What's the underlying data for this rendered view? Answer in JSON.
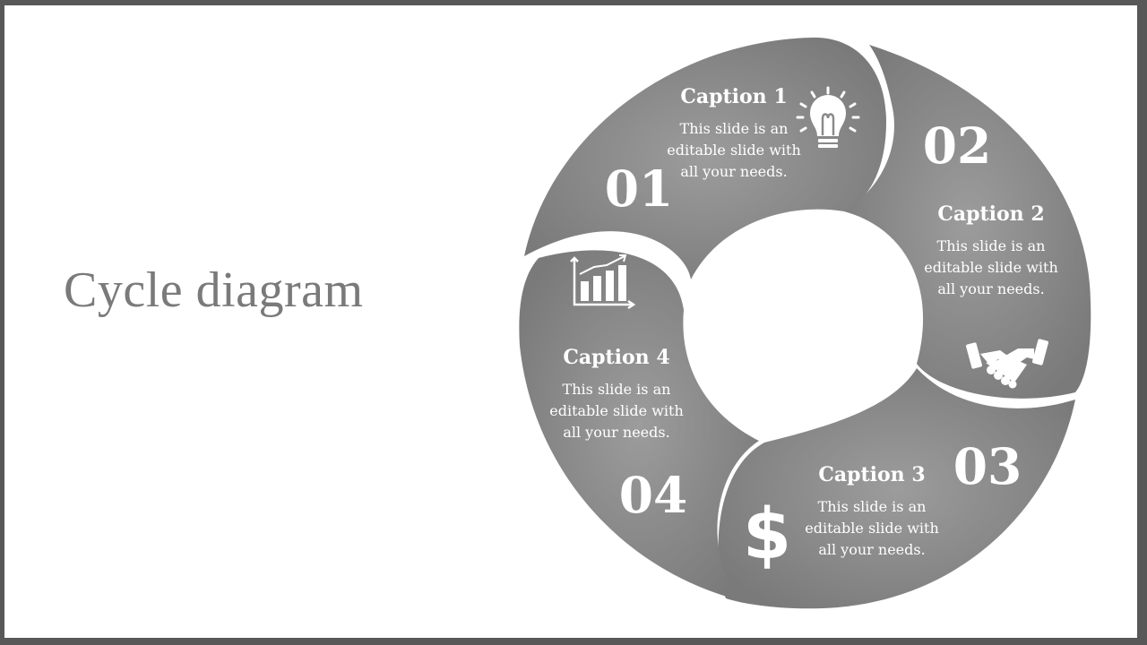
{
  "slide": {
    "title": "Cycle diagram"
  },
  "colors": {
    "segment": "#8a8a8a",
    "text": "#ffffff",
    "title": "#7a7a7a",
    "frame": "#585858"
  },
  "segments": [
    {
      "number": "01",
      "caption": "Caption 1",
      "lines": [
        "This slide is an",
        "editable slide with",
        "all your needs."
      ],
      "icon": "lightbulb-icon"
    },
    {
      "number": "02",
      "caption": "Caption 2",
      "lines": [
        "This slide is an",
        "editable slide with",
        "all your needs."
      ],
      "icon": "handshake-icon"
    },
    {
      "number": "03",
      "caption": "Caption 3",
      "lines": [
        "This slide is an",
        "editable slide with",
        "all your needs."
      ],
      "icon": "dollar-icon"
    },
    {
      "number": "04",
      "caption": "Caption 4",
      "lines": [
        "This slide is an",
        "editable slide with",
        "all your needs."
      ],
      "icon": "bar-chart-icon"
    }
  ]
}
